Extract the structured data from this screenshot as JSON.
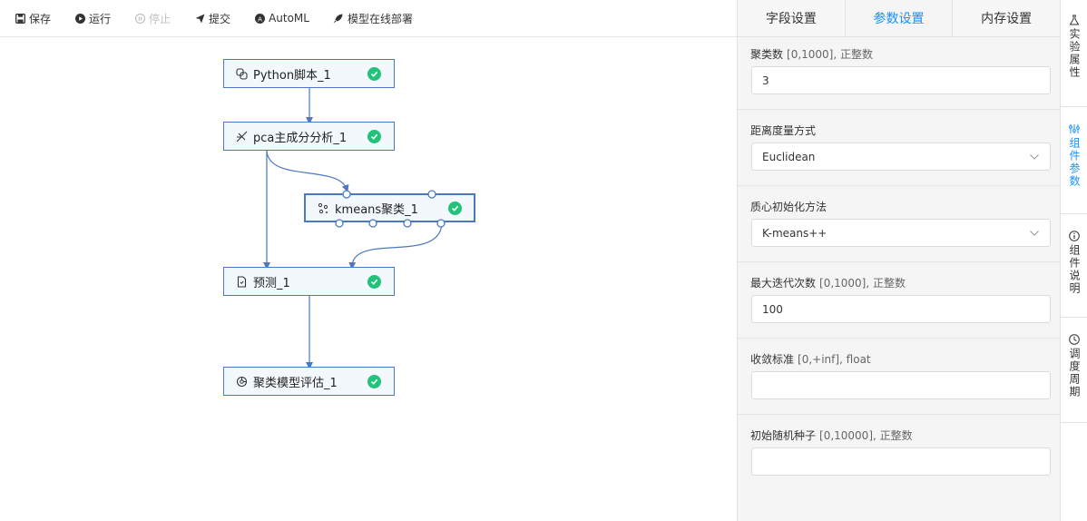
{
  "toolbar": {
    "save": "保存",
    "run": "运行",
    "stop": "停止",
    "submit": "提交",
    "automl": "AutoML",
    "deploy": "模型在线部署"
  },
  "nodes": {
    "python": "Python脚本_1",
    "pca": "pca主成分分析_1",
    "kmeans": "kmeans聚类_1",
    "predict": "预测_1",
    "eval": "聚类模型评估_1"
  },
  "panel": {
    "tabs": [
      "字段设置",
      "参数设置",
      "内存设置"
    ],
    "active_tab": "参数设置",
    "fields": [
      {
        "label": "聚类数",
        "hint": "[0,1000], 正整数",
        "value": "3",
        "type": "input"
      },
      {
        "label": "距离度量方式",
        "hint": "",
        "value": "Euclidean",
        "type": "select"
      },
      {
        "label": "质心初始化方法",
        "hint": "",
        "value": "K-means++",
        "type": "select"
      },
      {
        "label": "最大迭代次数",
        "hint": "[0,1000], 正整数",
        "value": "100",
        "type": "input"
      },
      {
        "label": "收敛标准",
        "hint": "[0,+inf], float",
        "value": "",
        "type": "input"
      },
      {
        "label": "初始随机种子",
        "hint": "[0,10000], 正整数",
        "value": "",
        "type": "input"
      }
    ]
  },
  "sidebar": {
    "items": [
      {
        "label": "实验属性",
        "icon": "experiment-icon"
      },
      {
        "label": "组件参数",
        "icon": "sliders-icon"
      },
      {
        "label": "组件说明",
        "icon": "info-icon"
      },
      {
        "label": "调度周期",
        "icon": "clock-icon"
      }
    ],
    "active": "组件参数"
  },
  "colors": {
    "accent": "#1890ff",
    "node_border": "#4a78c2",
    "node_bg": "#f3f8fd",
    "success": "#22c27b"
  }
}
